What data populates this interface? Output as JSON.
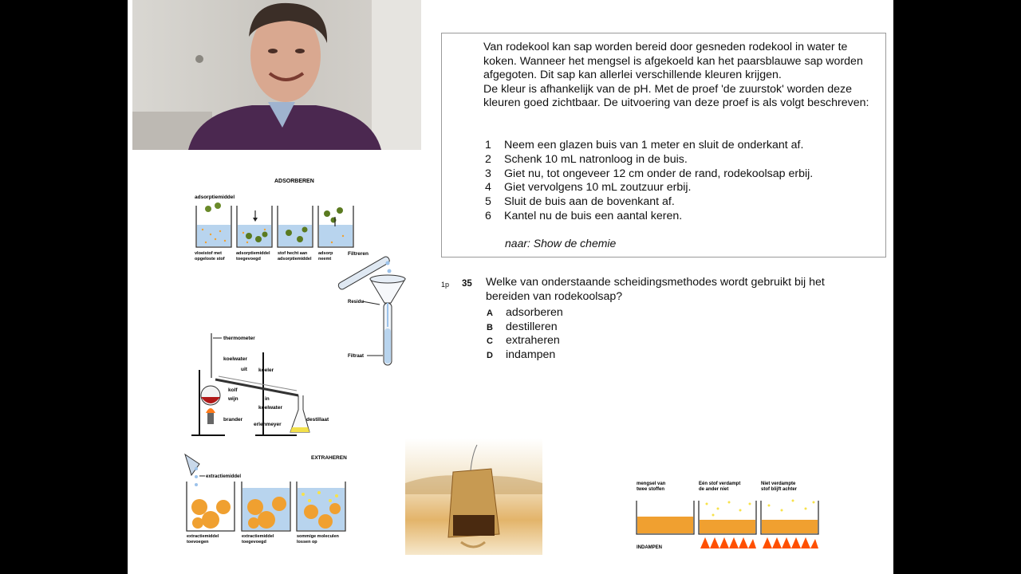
{
  "text_box": {
    "paragraph1": "Van rodekool kan sap worden bereid door gesneden rodekool in water te koken. Wanneer het mengsel is afgekoeld kan het paarsblauwe sap worden afgegoten. Dit sap kan allerlei verschillende kleuren krijgen.",
    "paragraph2": "De kleur is afhankelijk van de pH. Met de proef 'de zuurstok' worden deze kleuren goed zichtbaar. De uitvoering van deze proef is als volgt beschreven:",
    "steps": [
      {
        "num": "1",
        "text": "Neem een glazen buis van 1 meter en sluit de onderkant af."
      },
      {
        "num": "2",
        "text": "Schenk 10 mL natronloog in de buis."
      },
      {
        "num": "3",
        "text": "Giet nu, tot ongeveer 12 cm onder de rand, rodekoolsap erbij."
      },
      {
        "num": "4",
        "text": "Giet vervolgens 10 mL zoutzuur erbij."
      },
      {
        "num": "5",
        "text": "Sluit de buis aan de bovenkant af."
      },
      {
        "num": "6",
        "text": "Kantel nu de buis een aantal keren."
      }
    ],
    "source": "naar: Show de chemie"
  },
  "question": {
    "points": "1p",
    "number": "35",
    "text": "Welke van onderstaande scheidingsmethodes wordt gebruikt bij het bereiden van rodekoolsap?",
    "options": [
      {
        "letter": "A",
        "text": "adsorberen"
      },
      {
        "letter": "B",
        "text": "destilleren"
      },
      {
        "letter": "C",
        "text": "extraheren"
      },
      {
        "letter": "D",
        "text": "indampen"
      }
    ]
  },
  "adsorb_diagram": {
    "title": "ADSORBEREN",
    "agent_label": "adsorptiemiddel",
    "labels": [
      [
        "vloeistof met",
        "opgeloste stof"
      ],
      [
        "adsorptiemiddel",
        "toegevoegd"
      ],
      [
        "stof hecht aan",
        "adsorptiemiddel"
      ],
      [
        "adsorp",
        "neemt"
      ]
    ]
  },
  "filter_diagram": {
    "title": "Filtreren",
    "residue": "Residu",
    "filtrate": "Filtraat"
  },
  "distill_diagram": {
    "thermometer": "thermometer",
    "cooling_water": "koelwater",
    "out": "uit",
    "cooler": "koeler",
    "flask": "kolf",
    "wine": "wijn",
    "in": "in",
    "cooling_water_2": "koelwater",
    "burner": "brander",
    "distillate": "destillaat",
    "erlenmeyer": "erlenmeyer"
  },
  "extract_diagram": {
    "title": "EXTRAHEREN",
    "agent": "extractiemiddel",
    "labels": [
      [
        "extractiemiddel",
        "toevoegen"
      ],
      [
        "extractiemiddel",
        "toegevoegd"
      ],
      [
        "sommige moleculen",
        "lossen op"
      ]
    ]
  },
  "evap_diagram": {
    "title": "INDAMPEN",
    "labels": [
      [
        "mengsel van",
        "twee stoffen"
      ],
      [
        "Eén stof verdampt",
        "de ander niet"
      ],
      [
        "Niet verdampte",
        "stof blijft achter"
      ]
    ]
  },
  "colors": {
    "liquid": "#b8d4ee",
    "bead": "#f0a030",
    "wine": "#b01818",
    "flame": "#ff5000"
  }
}
